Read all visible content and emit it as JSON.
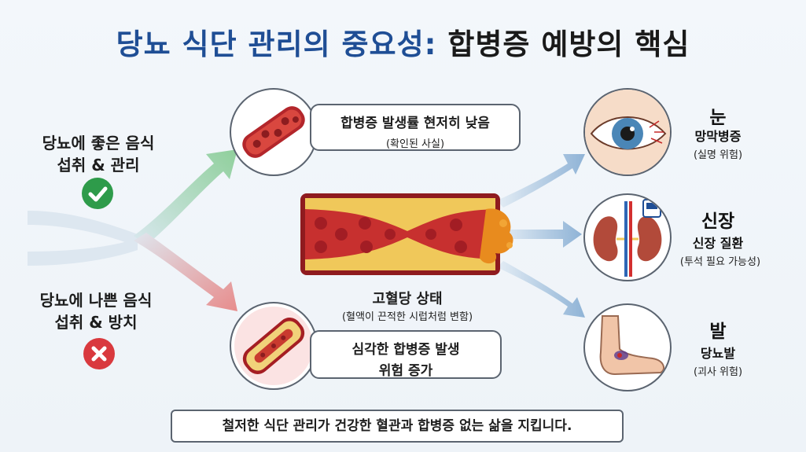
{
  "title": {
    "part1": "당뇨 식단 관리의 중요성:",
    "part2": "합병증 예방의 핵심"
  },
  "left": {
    "good_line1": "당뇨에 좋은 음식",
    "good_line2": "섭취 & 관리",
    "bad_line1": "당뇨에 나쁜 음식",
    "bad_line2": "섭취 & 방치",
    "good_icon": "check-icon",
    "bad_icon": "x-icon"
  },
  "outcomes": {
    "good_main": "합병증 발생률 현저히 낮음",
    "good_sub": "(확인된 사실)",
    "bad_line1": "심각한 합병증 발생",
    "bad_line2": "위험 증가"
  },
  "center": {
    "label": "고혈당 상태",
    "sub": "(혈액이 끈적한 시럽처럼 변함)"
  },
  "organs": [
    {
      "title": "눈",
      "sub": "망막병증",
      "note": "(실명 위험)",
      "icon": "eye-icon"
    },
    {
      "title": "신장",
      "sub": "신장 질환",
      "note": "(투석 필요 가능성)",
      "icon": "kidney-icon"
    },
    {
      "title": "발",
      "sub": "당뇨발",
      "note": "(괴사 위험)",
      "icon": "foot-icon"
    }
  ],
  "footer": "철저한 식단 관리가 건강한 혈관과 합병증 없는 삶을 지킵니다.",
  "colors": {
    "title_blue": "#1f4e95",
    "good_green": "#2e9b4a",
    "bad_red": "#d9393e",
    "arrow_blue": "#8fb3d6"
  }
}
